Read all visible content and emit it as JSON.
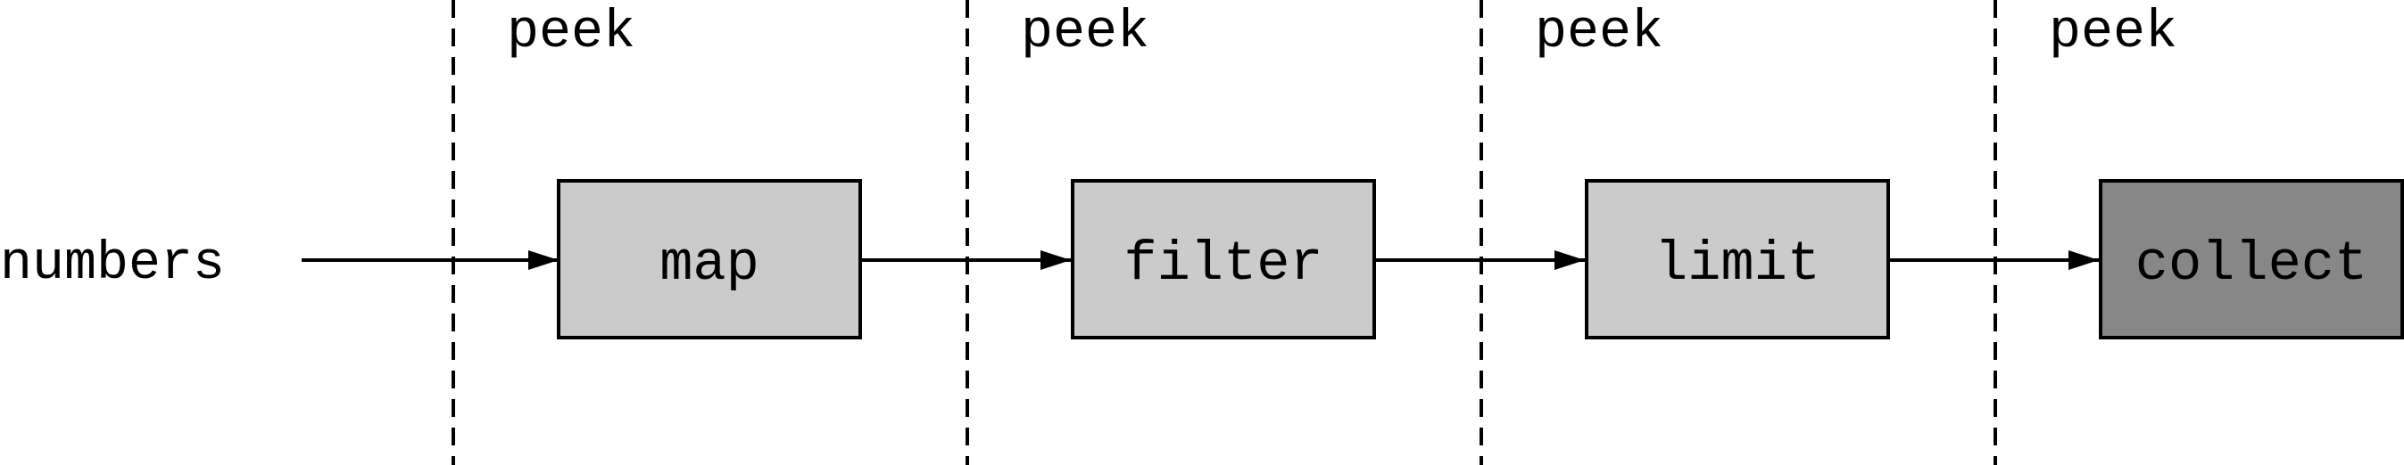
{
  "source": {
    "label": "numbers"
  },
  "stages": [
    {
      "label": "map",
      "kind": "intermediate"
    },
    {
      "label": "filter",
      "kind": "intermediate"
    },
    {
      "label": "limit",
      "kind": "intermediate"
    },
    {
      "label": "collect",
      "kind": "terminal"
    }
  ],
  "peeks": [
    {
      "label": "peek"
    },
    {
      "label": "peek"
    },
    {
      "label": "peek"
    },
    {
      "label": "peek"
    }
  ],
  "colors": {
    "intermediate_fill": "#cbcbcb",
    "terminal_fill": "#878787",
    "stroke": "#000000",
    "background": "#ffffff"
  }
}
